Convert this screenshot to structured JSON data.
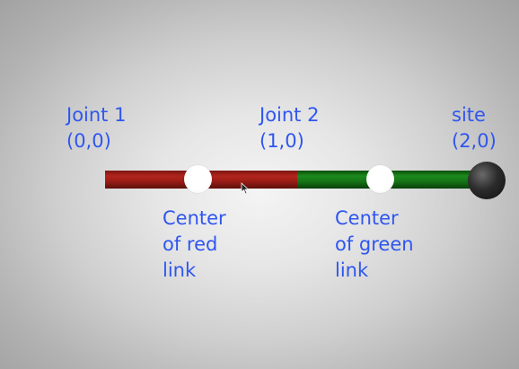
{
  "labels": {
    "joint1": {
      "name": "Joint 1",
      "coord": "(0,0)"
    },
    "joint2": {
      "name": "Joint 2",
      "coord": "(1,0)"
    },
    "site": {
      "name": "site",
      "coord": "(2,0)"
    },
    "center_red": {
      "line1": "Center",
      "line2": "of red",
      "line3": "link"
    },
    "center_green": {
      "line1": "Center",
      "line2": "of green",
      "line3": "link"
    }
  },
  "colors": {
    "label_text": "#2f56f0",
    "red_link": "#b0241c",
    "green_link": "#1c8a1c",
    "site_ball": "#1e1e1e",
    "center_marker": "#ffffff"
  }
}
